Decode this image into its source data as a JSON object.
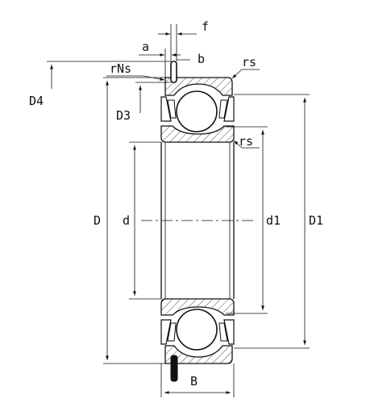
{
  "labels": {
    "f": "f",
    "a": "a",
    "b": "b",
    "rNs": "rNs",
    "rs_top": "rs",
    "rs_mid": "rs",
    "D4": "D4",
    "D3": "D3",
    "D": "D",
    "d": "d",
    "d1": "d1",
    "D1": "D1",
    "B": "B"
  }
}
